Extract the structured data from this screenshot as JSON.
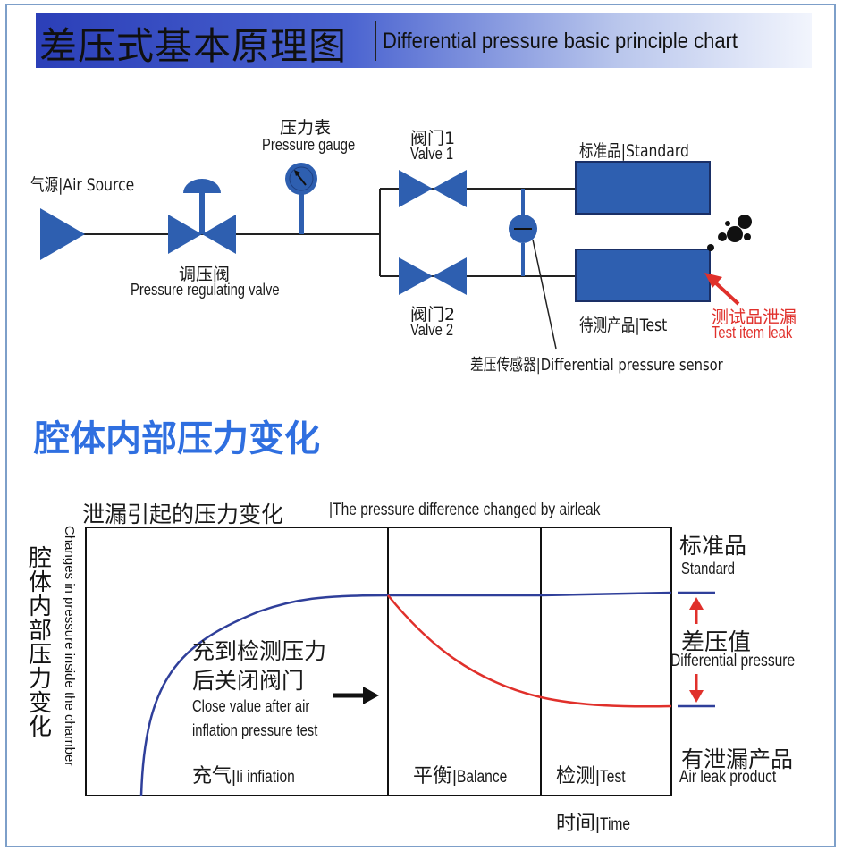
{
  "header": {
    "title_cn": "差压式基本原理图",
    "title_en": "Differential pressure basic principle chart"
  },
  "schematic": {
    "air_source": "气源|Air Source",
    "gauge_cn": "压力表",
    "gauge_en": "Pressure gauge",
    "regulator_cn": "调压阀",
    "regulator_en": "Pressure regulating valve",
    "valve1_cn": "阀门1",
    "valve1_en": "Valve 1",
    "valve2_cn": "阀门2",
    "valve2_en": "Valve 2",
    "standard": "标准品|Standard",
    "test": "待测产品|Test",
    "leak_cn": "测试品泄漏",
    "leak_en": "Test item leak",
    "sensor": "差压传感器|Differential pressure sensor"
  },
  "section_title": "腔体内部压力变化",
  "graph": {
    "top_label_cn": "泄漏引起的压力变化",
    "top_label_en": "The pressure difference changed by airleak",
    "ylabel_cn": "腔体内部压力变化",
    "ylabel_en": "Changes in pressure inside the chamber",
    "standard_cn": "标准品",
    "standard_en": "Standard",
    "diff_cn": "差压值",
    "diff_en": "Differential pressure",
    "leak_product_cn": "有泄漏产品",
    "leak_product_en": "Air leak product",
    "note_cn_1": "充到检测压力",
    "note_cn_2": "后关闭阀门",
    "note_en_1": "Close value after air",
    "note_en_2": "inflation pressure test",
    "phase_fill_cn": "充气",
    "phase_fill_en": "Ii infiation",
    "phase_balance_cn": "平衡",
    "phase_balance_en": "Balance",
    "phase_test_cn": "检测",
    "phase_test_en": "Test",
    "time_cn": "时间",
    "time_en": "Time"
  },
  "colors": {
    "component_blue": "#2e5fb0",
    "curve_blue": "#2f3f9a",
    "leak_red": "#e0302b",
    "title_blue": "#2f6fe0"
  }
}
